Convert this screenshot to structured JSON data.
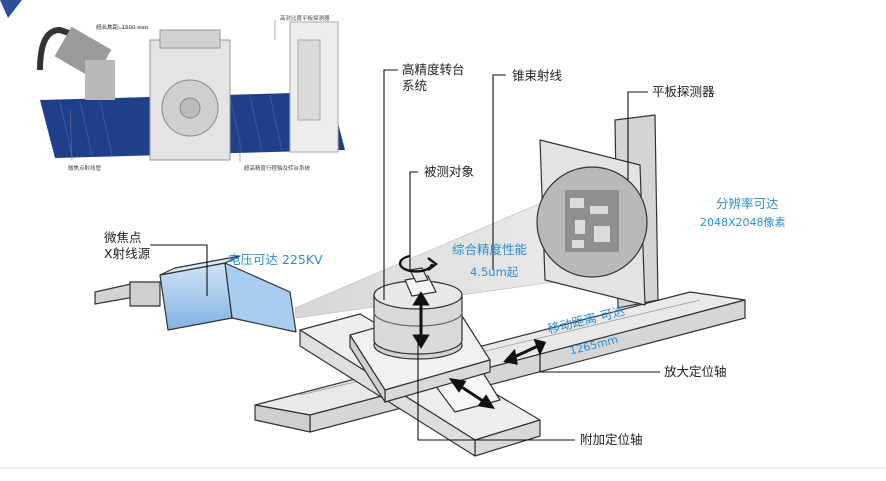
{
  "photo_captions": {
    "max_focal_distance": "超长焦距: 1500 mm",
    "high_contrast_detector": "高对比度平板探测器",
    "microfocus_tube": "微焦点射线管",
    "rotary_system": "超高精度行程轴及转台系统"
  },
  "labels": {
    "rotary_table": [
      "高精度转台",
      "系统"
    ],
    "cone_beam": "锥束射线",
    "flat_panel_detector": "平板探测器",
    "test_object": "被测对象",
    "xray_source": [
      "微焦点",
      "X射线源"
    ],
    "magnification_axis": "放大定位轴",
    "additional_axis": "附加定位轴"
  },
  "specs": {
    "voltage": "电压可达 225KV",
    "precision_title": "综合精度性能",
    "precision_value": "4.5um起",
    "resolution_title": "分辨率可达",
    "resolution_value": "2048X2048像素",
    "travel_title": "移动距离 可达",
    "travel_value": "1265mm"
  },
  "colors": {
    "accent": "#2a8fd6",
    "tube": "#9fc6ea",
    "rail": "#e6e6e6",
    "outline": "#333333"
  }
}
